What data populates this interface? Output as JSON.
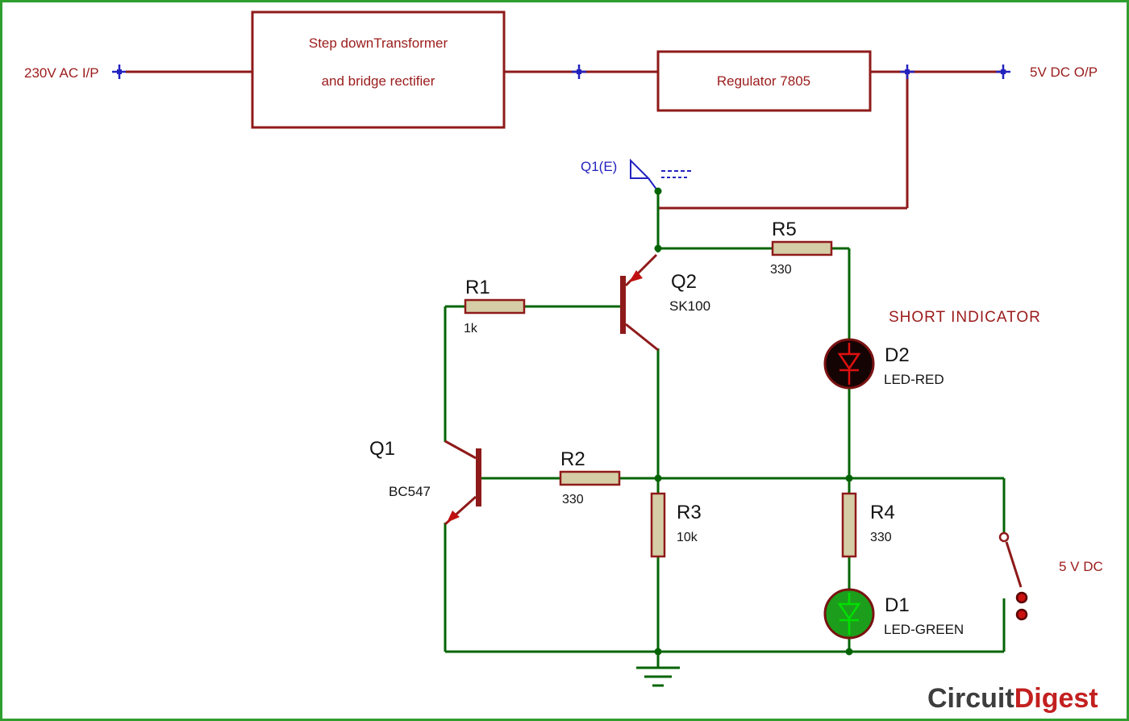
{
  "diagram": {
    "ac_input": "230V AC I/P",
    "transformer_line1": "Step downTransformer",
    "transformer_line2": "and bridge rectifier",
    "regulator_label": "Regulator  7805",
    "dc_output": "5V DC O/P",
    "probe_label": "Q1(E)",
    "short_indicator": "SHORT INDICATOR",
    "switch_supply_label": "5 V DC"
  },
  "components": {
    "R1": {
      "ref": "R1",
      "value": "1k"
    },
    "R2": {
      "ref": "R2",
      "value": "330"
    },
    "R3": {
      "ref": "R3",
      "value": "10k"
    },
    "R4": {
      "ref": "R4",
      "value": "330"
    },
    "R5": {
      "ref": "R5",
      "value": "330"
    },
    "Q1": {
      "ref": "Q1",
      "value": "BC547"
    },
    "Q2": {
      "ref": "Q2",
      "value": "SK100"
    },
    "D1": {
      "ref": "D1",
      "value": "LED-GREEN"
    },
    "D2": {
      "ref": "D2",
      "value": "LED-RED"
    }
  },
  "branding": {
    "word1": "Circuit",
    "word2": "Digest"
  },
  "colors": {
    "border_green": "#2f9e2f",
    "wire_green": "#046404",
    "component_red": "#8f1a1a",
    "annotation_red": "#9b1b1b",
    "probe_blue": "#2222c0",
    "resistor_fill": "#d5cda6",
    "led_red_fill": "#150404",
    "led_red_symbol": "#e01010",
    "led_green_fill": "#1c9e1c",
    "led_green_symbol": "#00e000",
    "label_black": "#141414",
    "brand_dark": "#3d3d3d",
    "brand_red": "#c32020"
  }
}
